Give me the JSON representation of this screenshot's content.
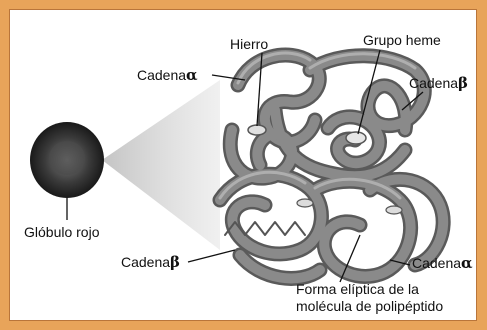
{
  "labels": {
    "hierro": "Hierro",
    "grupo_heme": "Grupo heme",
    "cadena_word": "Cadena",
    "alpha": "α",
    "beta": "β",
    "globulo": "Glóbulo rojo",
    "forma_line1": "Forma elíptica de la",
    "forma_line2": "molécula de polipéptido"
  },
  "colors": {
    "border": "#e8a45a",
    "panel": "#ffffff",
    "chain": "#6f6f6f",
    "text": "#111111"
  }
}
